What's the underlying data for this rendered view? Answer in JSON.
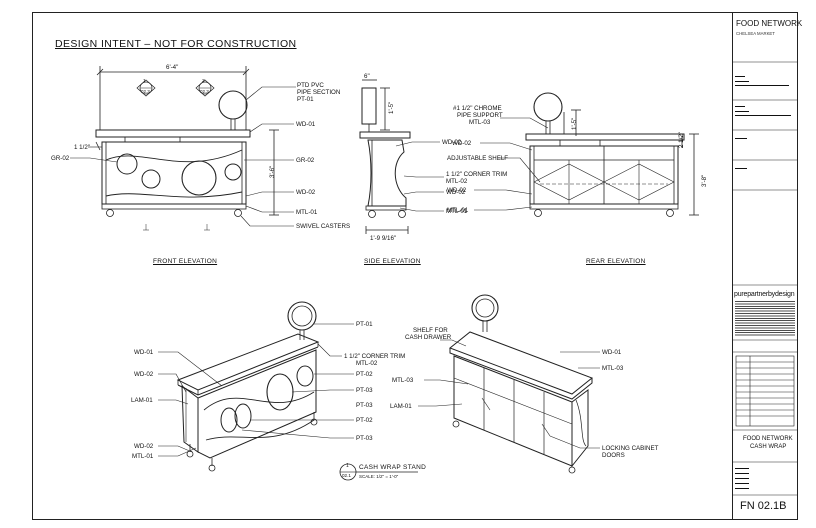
{
  "sheet": {
    "header": "DESIGN INTENT – NOT FOR CONSTRUCTION"
  },
  "front_elevation": {
    "caption": "FRONT ELEVATION",
    "dim_width": "6'-4\"",
    "dim_1half": "1 1/2\"",
    "dim_height": "3'-6\"",
    "ref_1": "1",
    "ref_1_sheet": "02.3",
    "ref_2": "2",
    "ref_2_sheet": "02.3",
    "labels": {
      "ptd_pvc_1": "PTD PVC",
      "ptd_pvc_2": "PIPE SECTION",
      "ptd_pvc_3": "PT-01",
      "wd01": "WD-01",
      "gr02_left": "GR-02",
      "gr02_right": "GR-02",
      "wd02": "WD-02",
      "mtl01": "MTL-01",
      "casters": "SWIVEL CASTERS"
    }
  },
  "side_elevation": {
    "caption": "SIDE ELEVATION",
    "dim_top": "6\"",
    "dim_post": "1'-5\"",
    "dim_bottom": "1'-9 9/16\"",
    "labels": {
      "wd02": "WD-02",
      "corner_1": "1 1/2\" CORNER TRIM",
      "corner_2": "MTL-02",
      "wd02b": "WD-02",
      "mtl01": "MTL-01"
    }
  },
  "rear_elevation": {
    "caption": "REAR ELEVATION",
    "dim_post": "1'-5\"",
    "dim_top": "2 1/2\"",
    "dim_height": "3'-8\"",
    "labels": {
      "chrome_1": "#1 1/2\" CHROME",
      "chrome_2": "PIPE SUPPORT",
      "chrome_3": "MTL-03",
      "wd02": "WD-02",
      "shelf": "ADJUSTABLE SHELF",
      "wd02b": "WD-02",
      "mtl01": "MTL-01"
    }
  },
  "iso_front": {
    "labels": {
      "pt01": "PT-01",
      "wd01": "WD-01",
      "corner_1": "1 1/2\" CORNER TRIM",
      "corner_2": "MTL-02",
      "wd02": "WD-02",
      "pt02a": "PT-02",
      "pt03a": "PT-03",
      "lam01": "LAM-01",
      "pt03b": "PT-03",
      "pt02b": "PT-02",
      "wd02b": "WD-02",
      "pt03c": "PT-03",
      "mtl01": "MTL-01"
    }
  },
  "iso_rear": {
    "labels": {
      "shelf_1": "SHELF FOR",
      "shelf_2": "CASH DRAWER",
      "wd01": "WD-01",
      "mtl03a": "MTL-03",
      "mtl03b": "MTL-03",
      "lam01": "LAM-01",
      "lock_1": "LOCKING CABINET",
      "lock_2": "DOORS"
    }
  },
  "detail_title": {
    "num": "1",
    "sheet": "02.1",
    "title": "CASH WRAP STAND",
    "scale": "SCALE: 1/2\" = 1'-0\""
  },
  "title_block": {
    "client": "FOOD NETWORK",
    "location": "CHELSEA MARKET",
    "firm": "purepartnerbydesign",
    "drawing_line1": "FOOD NETWORK",
    "drawing_line2": "CASH WRAP",
    "sheet_number": "FN 02.1B"
  }
}
